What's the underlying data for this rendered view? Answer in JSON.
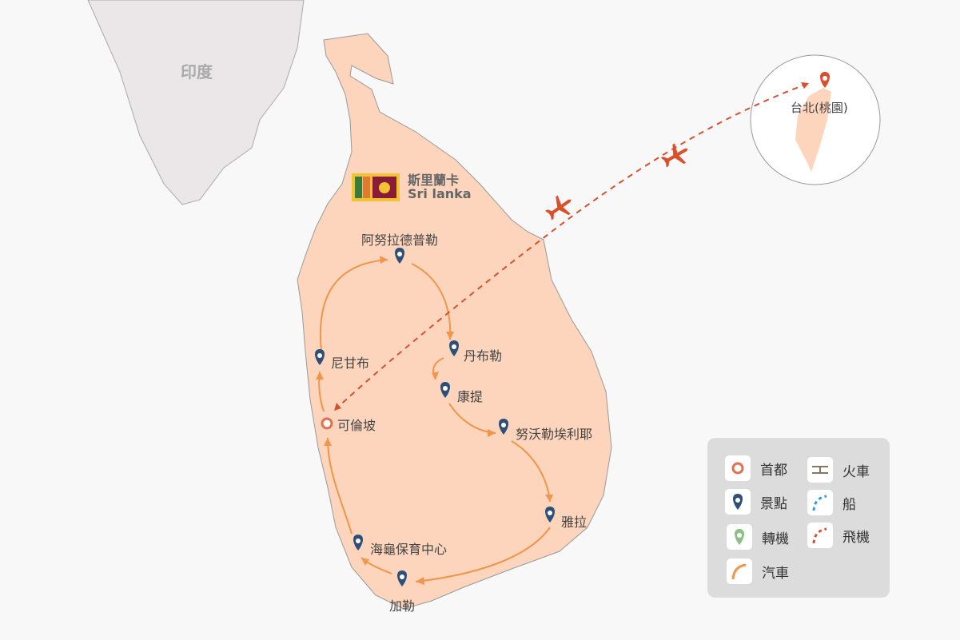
{
  "neighbors": {
    "india": "印度"
  },
  "country": {
    "name_zh": "斯里蘭卡",
    "name_en": "Sri lanka"
  },
  "origin": {
    "label": "台北(桃園)"
  },
  "capital": {
    "label": "可倫坡"
  },
  "spots": [
    {
      "label": "阿努拉德普勒"
    },
    {
      "label": "丹布勒"
    },
    {
      "label": "康提"
    },
    {
      "label": "努沃勒埃利耶"
    },
    {
      "label": "雅拉"
    },
    {
      "label": "加勒"
    },
    {
      "label": "海龜保育中心"
    },
    {
      "label": "尼甘布"
    }
  ],
  "legend": {
    "capital": "首都",
    "spot": "景點",
    "transfer": "轉機",
    "car": "汽車",
    "train": "火車",
    "boat": "船",
    "plane": "飛機"
  },
  "colors": {
    "island": "#fdd5bd",
    "car": "#f0954a",
    "plane": "#d9502d",
    "spot": "#2d4f78",
    "capital": "#e0714f",
    "transfer": "#8cc084",
    "boat": "#2b9ed8",
    "train": "#8a7462"
  }
}
